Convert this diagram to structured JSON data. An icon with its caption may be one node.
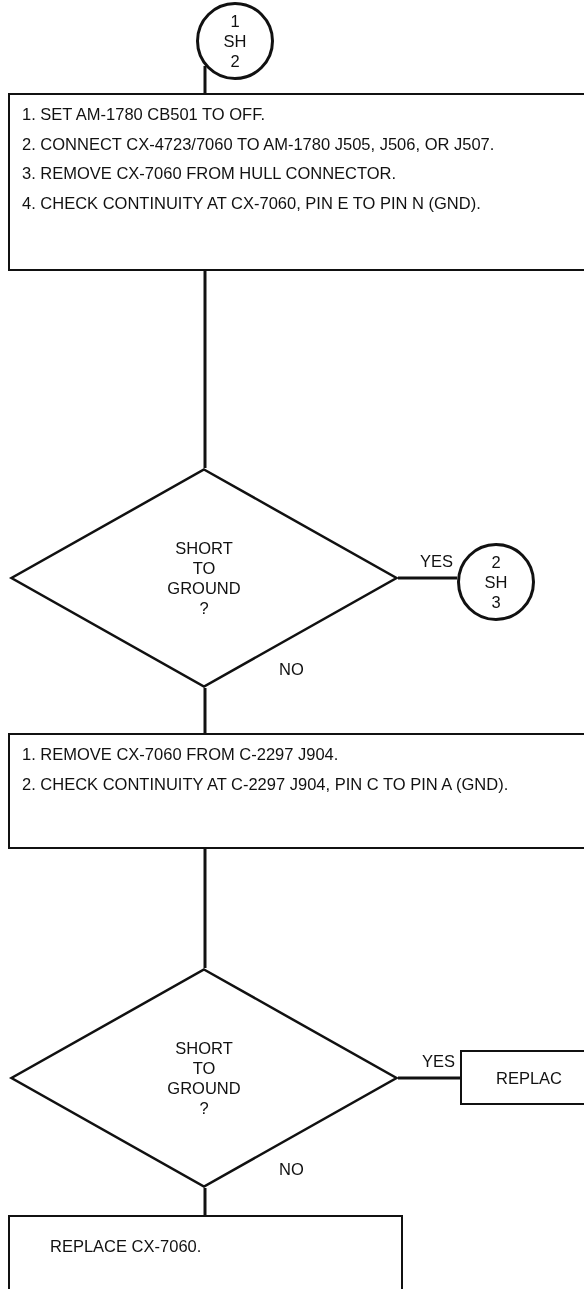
{
  "diagram": {
    "nodes": [
      {
        "text": [
          "1 SH 2"
        ]
      },
      {
        "text": [
          "1. SET AM-1780 CB501 TO OFF.",
          "2. CONNECT CX-4723/7060 TO AM-1780 J505, J506, OR J507.",
          "3. REMOVE CX-7060 FROM HULL CONNECTOR.",
          "4. CHECK CONTINUITY AT CX-7060, PIN E TO PIN N (GND)."
        ]
      },
      {
        "text": [
          "SHORT TO GROUND ?"
        ]
      },
      {
        "text": [
          "2 SH 3"
        ]
      },
      {
        "text": [
          "1. REMOVE CX-7060 FROM C-2297 J904.",
          "2. CHECK CONTINUITY AT C-2297 J904, PIN C TO PIN A (GND)."
        ]
      },
      {
        "text": [
          "SHORT TO GROUND ?"
        ]
      },
      {
        "text": [
          "REPLAC"
        ]
      },
      {
        "text": [
          "REPLACE CX-7060."
        ]
      }
    ],
    "edges": [
      {
        "from": 0,
        "to": 1,
        "arrow": "none"
      },
      {
        "from": 1,
        "to": 2,
        "arrow": "none"
      },
      {
        "from": 2,
        "to": 3,
        "arrow": "none",
        "label": "YES"
      },
      {
        "from": 2,
        "to": 4,
        "arrow": "none",
        "label": "NO"
      },
      {
        "from": 4,
        "to": 5,
        "arrow": "none"
      },
      {
        "from": 5,
        "to": 6,
        "arrow": "none",
        "label": "YES"
      },
      {
        "from": 5,
        "to": 7,
        "arrow": "none",
        "label": "NO"
      }
    ]
  }
}
